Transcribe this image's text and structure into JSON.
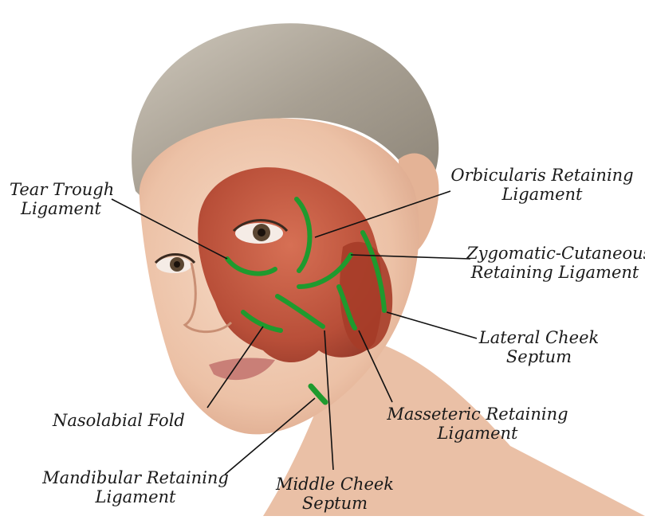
{
  "labels": {
    "tear_trough": [
      "Tear Trough",
      "Ligament"
    ],
    "orbicularis": [
      "Orbicularis Retaining",
      "Ligament"
    ],
    "zygomatic": [
      "Zygomatic-Cutaneous",
      "Retaining Ligament"
    ],
    "lateral_cheek": [
      "Lateral Cheek",
      "Septum"
    ],
    "masseteric": [
      "Masseteric Retaining",
      "Ligament"
    ],
    "nasolabial": [
      "Nasolabial Fold"
    ],
    "mandibular": [
      "Mandibular Retaining",
      "Ligament"
    ],
    "middle_cheek": [
      "Middle Cheek",
      "Septum"
    ]
  },
  "colors": {
    "ligament_green": "#1f9a2e",
    "muscle_red": "#b4452f",
    "skin": "#f0c9b0",
    "hair": "#b9b2a6"
  }
}
